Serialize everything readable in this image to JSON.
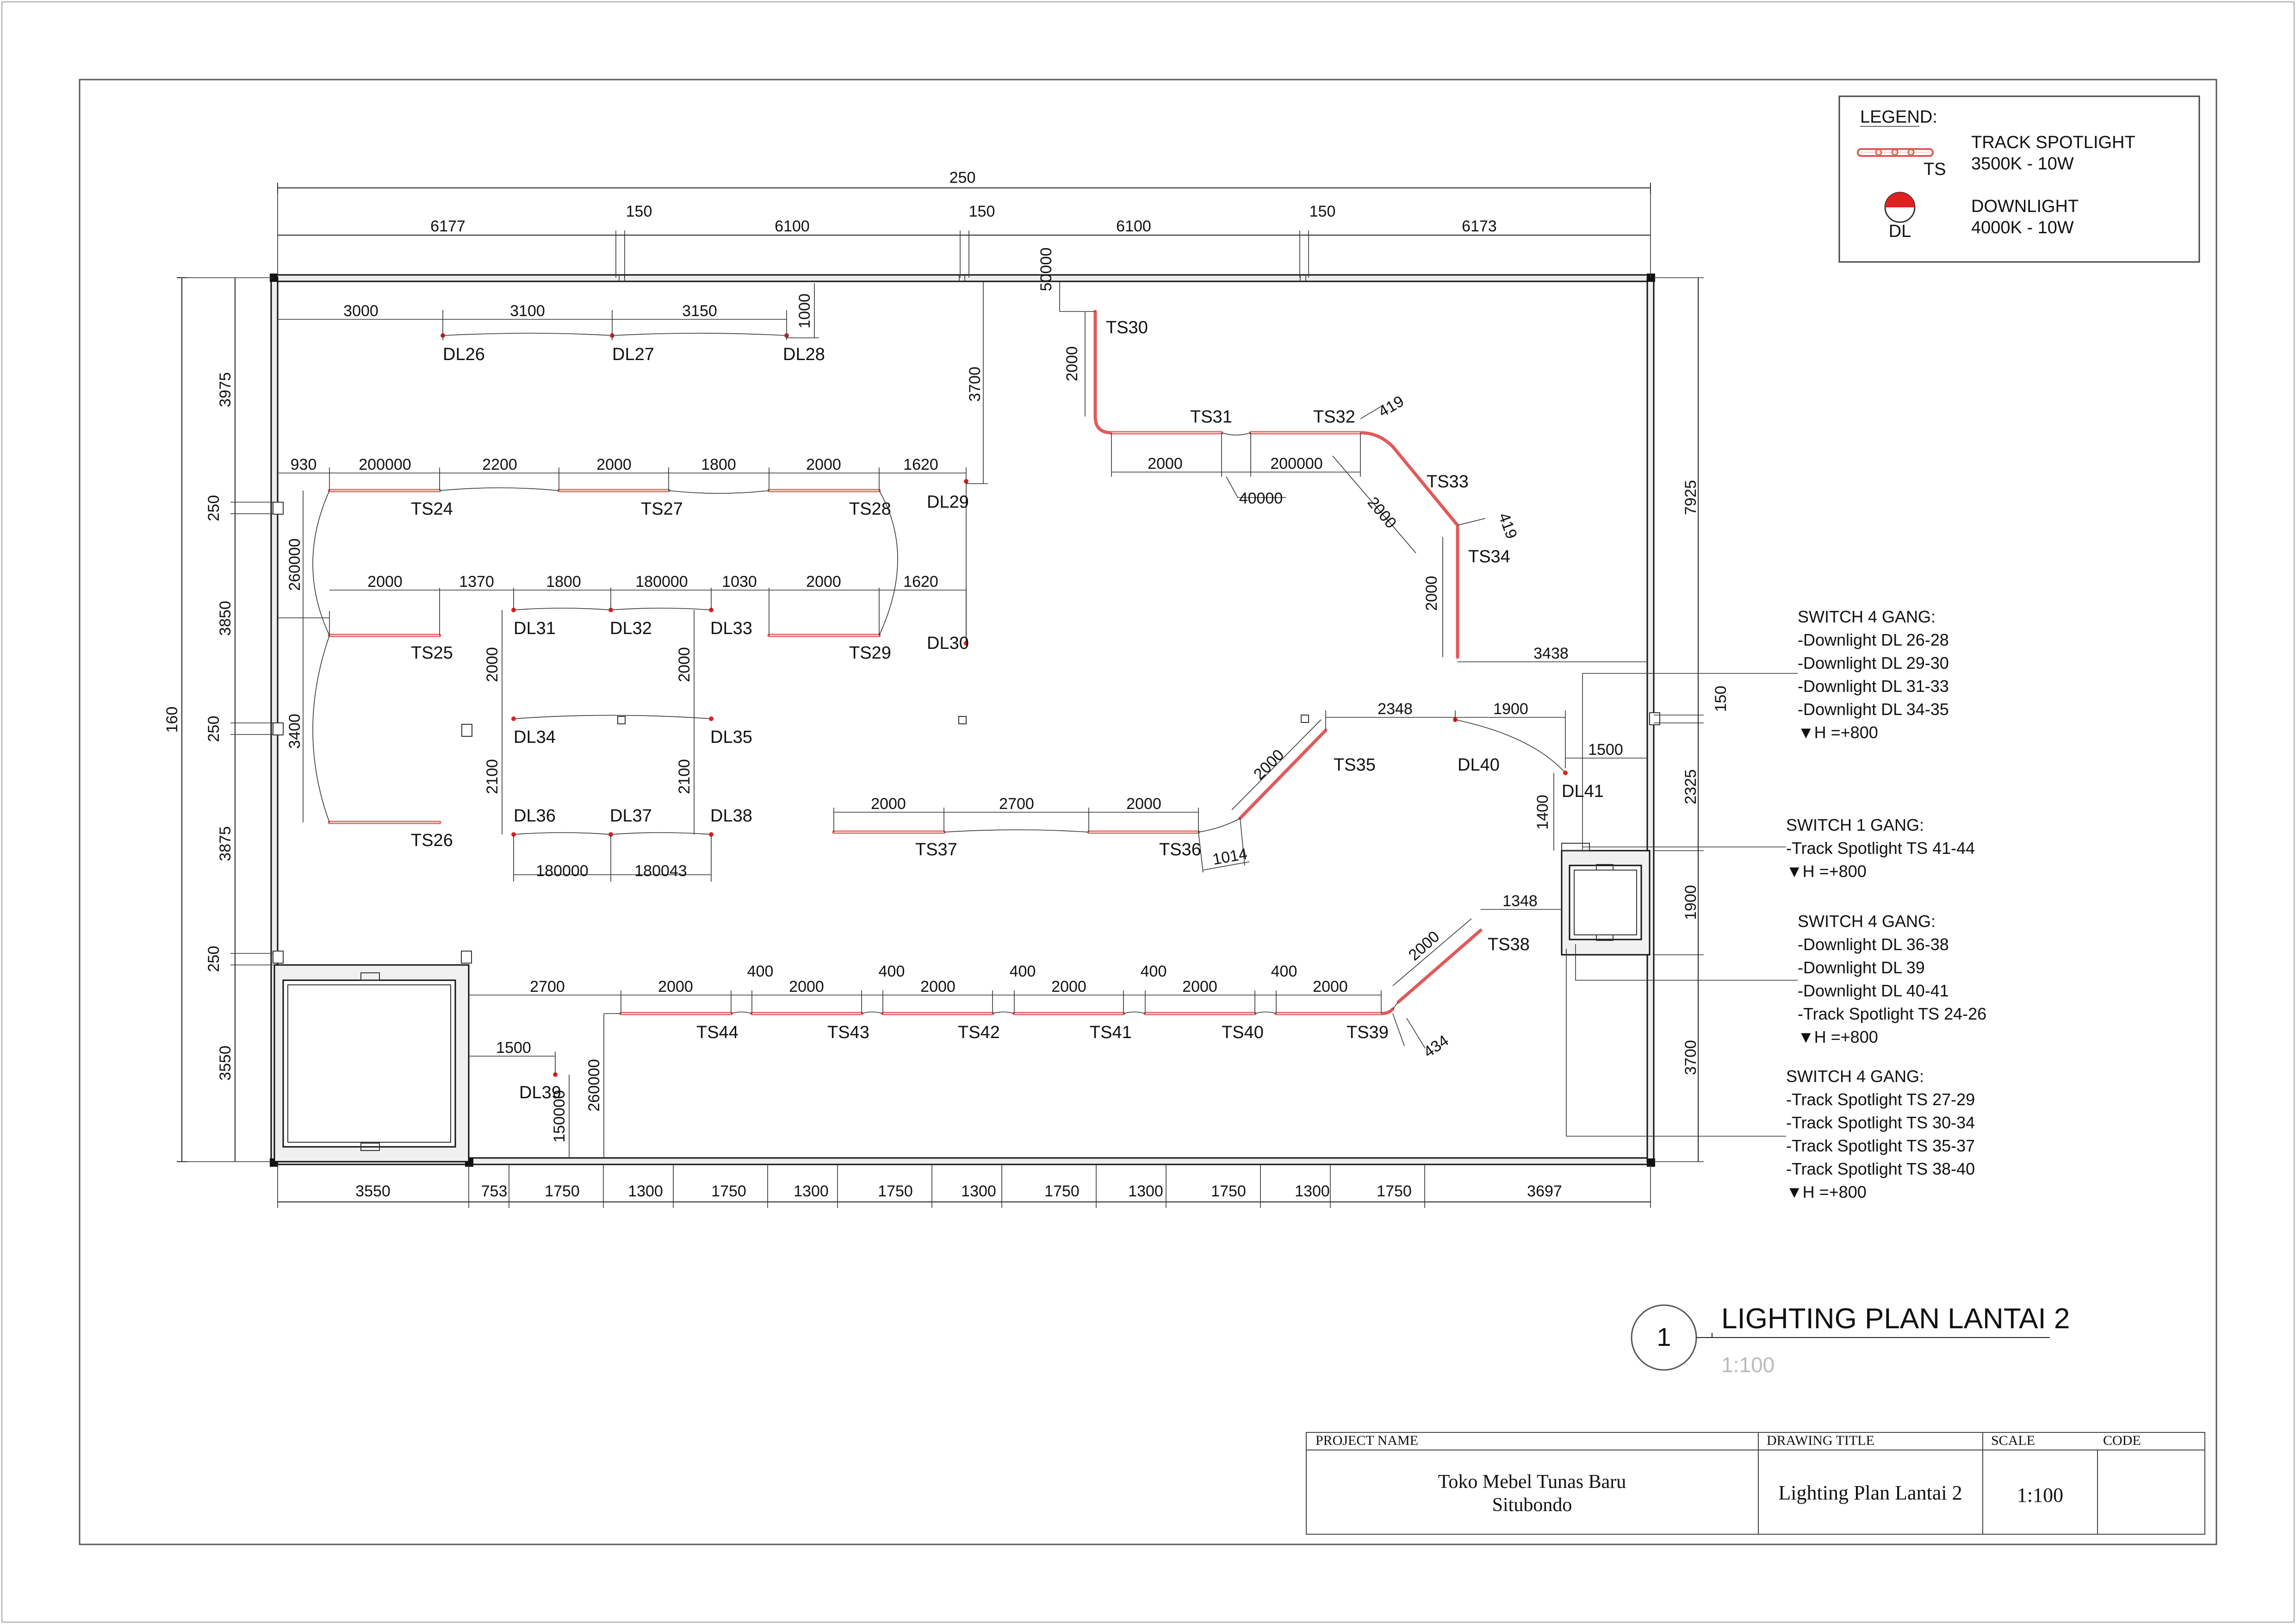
{
  "legend": {
    "title": "LEGEND:",
    "items": [
      {
        "code": "TS",
        "line1": "TRACK SPOTLIGHT",
        "line2": "3500K - 10W"
      },
      {
        "code": "DL",
        "line1": "DOWNLIGHT",
        "line2": "4000K - 10W"
      }
    ]
  },
  "switch_notes": [
    {
      "lines": [
        "SWITCH 4 GANG:",
        "-Downlight DL 26-28",
        "-Downlight DL 29-30",
        "-Downlight DL 31-33",
        "-Downlight DL 34-35",
        "▼H =+800"
      ]
    },
    {
      "lines": [
        "SWITCH 1 GANG:",
        "-Track Spotlight TS 41-44",
        "▼H =+800"
      ]
    },
    {
      "lines": [
        "SWITCH 4 GANG:",
        "-Downlight DL 36-38",
        "-Downlight DL 39",
        "-Downlight DL 40-41",
        "-Track Spotlight TS 24-26",
        "▼H =+800"
      ]
    },
    {
      "lines": [
        "SWITCH 4 GANG:",
        "-Track Spotlight TS 27-29",
        "-Track Spotlight TS 30-34",
        "-Track Spotlight TS 35-37",
        "-Track Spotlight TS 38-40",
        "▼H =+800"
      ]
    }
  ],
  "dims": {
    "top_total": "250",
    "top": [
      "6177",
      "150",
      "6100",
      "150",
      "6100",
      "150",
      "6173"
    ],
    "left_total": "160",
    "left": [
      "3975",
      "250",
      "3850",
      "250",
      "3875",
      "250",
      "3550"
    ],
    "right": [
      "7925",
      "150",
      "2325",
      "1900",
      "3700"
    ],
    "bottom": [
      "3550",
      "753",
      "1750",
      "1300",
      "1750",
      "1300",
      "1750",
      "1300",
      "1750",
      "1300",
      "1750",
      "1300",
      "1750",
      "3697"
    ],
    "inner": [
      "3000",
      "3100",
      "3150",
      "1000",
      "930",
      "200000",
      "2200",
      "2000",
      "1800",
      "2000",
      "1620",
      "3700",
      "50000",
      "2000",
      "2000",
      "200000",
      "40000",
      "419",
      "2000",
      "419",
      "2000",
      "3438",
      "260000",
      "2000",
      "1370",
      "1800",
      "180000",
      "1030",
      "2000",
      "1620",
      "3400",
      "2000",
      "2000",
      "2100",
      "2100",
      "180000",
      "180043",
      "2000",
      "2700",
      "2000",
      "1014",
      "2000",
      "2348",
      "1900",
      "1500",
      "1400",
      "2700",
      "2000",
      "400",
      "2000",
      "400",
      "2000",
      "400",
      "2000",
      "400",
      "2000",
      "400",
      "2000",
      "1348",
      "2000",
      "434",
      "1500",
      "150000",
      "260000"
    ]
  },
  "fixtures": {
    "downlights": [
      "DL26",
      "DL27",
      "DL28",
      "DL29",
      "DL30",
      "DL31",
      "DL32",
      "DL33",
      "DL34",
      "DL35",
      "DL36",
      "DL37",
      "DL38",
      "DL39",
      "DL40",
      "DL41"
    ],
    "tracks": [
      "TS24",
      "TS25",
      "TS26",
      "TS27",
      "TS28",
      "TS29",
      "TS30",
      "TS31",
      "TS32",
      "TS33",
      "TS34",
      "TS35",
      "TS36",
      "TS37",
      "TS38",
      "TS39",
      "TS40",
      "TS41",
      "TS42",
      "TS43",
      "TS44"
    ]
  },
  "drawing": {
    "number": "1",
    "title": "LIGHTING PLAN LANTAI 2",
    "scale": "1:100"
  },
  "title_block": {
    "project_name_label": "PROJECT NAME",
    "project_name_line1": "Toko Mebel Tunas Baru",
    "project_name_line2": "Situbondo",
    "drawing_title_label": "DRAWING TITLE",
    "drawing_title": "Lighting Plan Lantai 2",
    "scale_label": "SCALE",
    "code_label": "CODE",
    "scale": "1:100"
  },
  "colors": {
    "track": "#e05a5a",
    "downlight": "#e02020"
  }
}
